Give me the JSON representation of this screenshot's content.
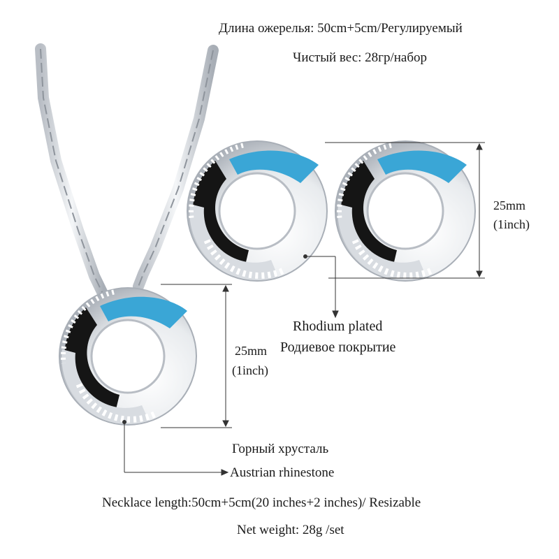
{
  "specs": {
    "length_ru": "Длина ожерелья: 50cm+5cm/Регулируемый",
    "weight_ru": "Чистый вес: 28гр/набор",
    "length_en": "Necklace length:50cm+5cm(20 inches+2 inches)/ Resizable",
    "weight_en": "Net weight: 28g /set"
  },
  "earring_dimension": {
    "mm": "25mm",
    "inch": "(1inch)"
  },
  "pendant_dimension": {
    "mm": "25mm",
    "inch": "(1inch)"
  },
  "plating": {
    "en": "Rhodium plated",
    "ru": "Родиевое покрытие"
  },
  "stone": {
    "ru": "Горный хрусталь",
    "en": "Austrian rhinestone"
  },
  "colors": {
    "silver": "#dcdfe3",
    "silver_dark": "#9aa0a8",
    "enamel_blue": "#3aa6d6",
    "enamel_black": "#151515",
    "line": "#333333"
  }
}
